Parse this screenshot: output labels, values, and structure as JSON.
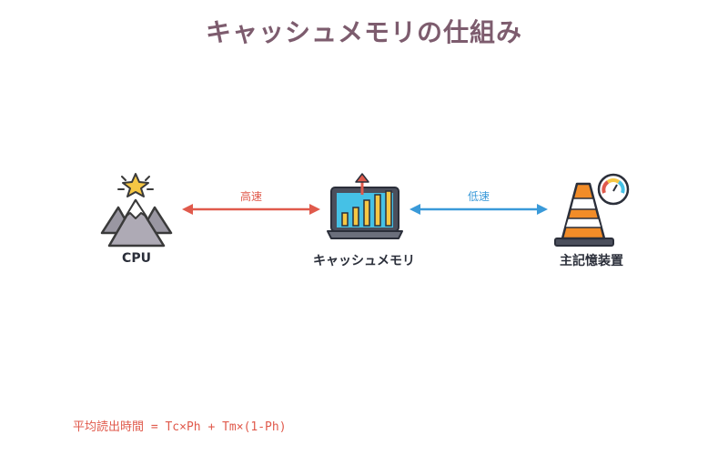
{
  "title": "キャッシュメモリの仕組み",
  "nodes": {
    "cpu": {
      "label": "CPU",
      "icon": "mountain-star-icon"
    },
    "cache": {
      "label": "キャッシュメモリ",
      "icon": "laptop-chart-icon"
    },
    "memory": {
      "label": "主記憶装置",
      "icon": "traffic-cone-icon"
    }
  },
  "edges": {
    "cpu_cache": {
      "label": "高速",
      "color": "#e05a4c"
    },
    "cache_memory": {
      "label": "低速",
      "color": "#3a9ad9"
    }
  },
  "formula": {
    "text": "平均読出時間 = Tc×Ph + Tm×(1-Ph)",
    "color": "#e05a4c"
  }
}
